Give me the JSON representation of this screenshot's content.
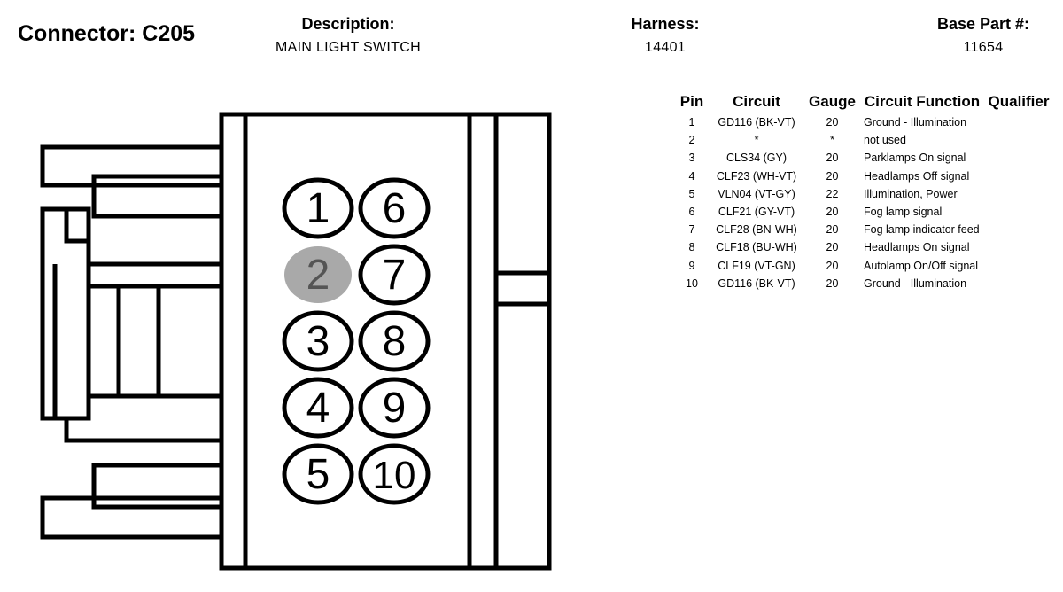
{
  "header": {
    "connector": "Connector: C205",
    "description_label": "Description:",
    "description_value": "MAIN LIGHT SWITCH",
    "harness_label": "Harness:",
    "harness_value": "14401",
    "base_part_label": "Base Part #:",
    "base_part_value": "11654"
  },
  "table": {
    "headers": [
      "Pin",
      "Circuit",
      "Gauge",
      "Circuit Function",
      "Qualifier"
    ],
    "rows": [
      {
        "pin": "1",
        "circuit": "GD116 (BK-VT)",
        "gauge": "20",
        "function": "Ground - Illumination",
        "qualifier": ""
      },
      {
        "pin": "2",
        "circuit": "*",
        "gauge": "*",
        "function": "not used",
        "qualifier": ""
      },
      {
        "pin": "3",
        "circuit": "CLS34 (GY)",
        "gauge": "20",
        "function": "Parklamps On signal",
        "qualifier": ""
      },
      {
        "pin": "4",
        "circuit": "CLF23 (WH-VT)",
        "gauge": "20",
        "function": "Headlamps Off signal",
        "qualifier": ""
      },
      {
        "pin": "5",
        "circuit": "VLN04 (VT-GY)",
        "gauge": "22",
        "function": "Illumination, Power",
        "qualifier": ""
      },
      {
        "pin": "6",
        "circuit": "CLF21 (GY-VT)",
        "gauge": "20",
        "function": "Fog lamp signal",
        "qualifier": ""
      },
      {
        "pin": "7",
        "circuit": "CLF28 (BN-WH)",
        "gauge": "20",
        "function": "Fog lamp indicator feed",
        "qualifier": ""
      },
      {
        "pin": "8",
        "circuit": "CLF18 (BU-WH)",
        "gauge": "20",
        "function": "Headlamps On signal",
        "qualifier": ""
      },
      {
        "pin": "9",
        "circuit": "CLF19 (VT-GN)",
        "gauge": "20",
        "function": "Autolamp On/Off signal",
        "qualifier": ""
      },
      {
        "pin": "10",
        "circuit": "GD116 (BK-VT)",
        "gauge": "20",
        "function": "Ground - Illumination",
        "qualifier": ""
      }
    ]
  },
  "connector": {
    "pins": [
      {
        "label": "1",
        "used": true
      },
      {
        "label": "6",
        "used": true
      },
      {
        "label": "2",
        "used": false
      },
      {
        "label": "7",
        "used": true
      },
      {
        "label": "3",
        "used": true
      },
      {
        "label": "8",
        "used": true
      },
      {
        "label": "4",
        "used": true
      },
      {
        "label": "9",
        "used": true
      },
      {
        "label": "5",
        "used": true
      },
      {
        "label": "10",
        "used": true
      }
    ],
    "colors": {
      "outline": "#000000",
      "unused_fill": "#a9a9a9",
      "unused_text": "#555555",
      "used_fill": "#ffffff"
    }
  }
}
